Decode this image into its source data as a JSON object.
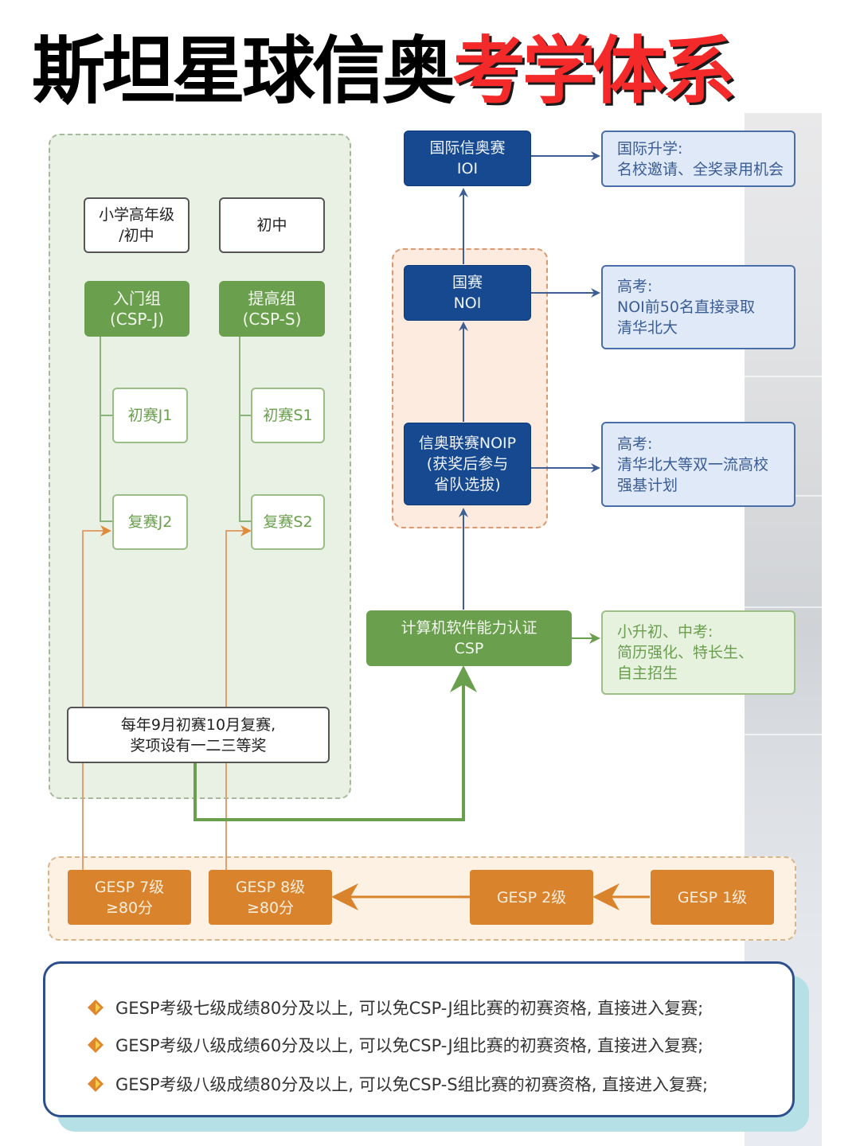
{
  "title": {
    "black_part": "斯坦星球信奥",
    "red_part": "考学体系",
    "colors": {
      "black": "#000000",
      "red": "#f42a2a"
    }
  },
  "left_panel": {
    "levels": [
      {
        "label": "小学高年级\n/初中"
      },
      {
        "label": "初中"
      }
    ],
    "groups": [
      {
        "label": "入门组\n(CSP-J)",
        "rounds": [
          "初赛J1",
          "复赛J2"
        ]
      },
      {
        "label": "提高组\n(CSP-S)",
        "rounds": [
          "初赛S1",
          "复赛S2"
        ]
      }
    ],
    "schedule_note": "每年9月初赛10月复赛,\n奖项设有一二三等奖"
  },
  "pathway": {
    "ioi": {
      "label": "国际信奥赛\nIOI",
      "outcome": "国际升学:\n名校邀请、全奖录用机会"
    },
    "noi": {
      "label": "国赛\nNOI",
      "outcome": "高考:\nNOI前50名直接录取\n清华北大"
    },
    "noip": {
      "label": "信奥联赛NOIP\n(获奖后参与\n省队选拔)",
      "outcome": "高考:\n清华北大等双一流高校\n强基计划"
    },
    "csp": {
      "label": "计算机软件能力认证\nCSP",
      "outcome": "小升初、中考:\n简历强化、特长生、\n自主招生"
    }
  },
  "gesp": {
    "levels": [
      {
        "label": "GESP 7级\n≥80分"
      },
      {
        "label": "GESP 8级\n≥80分"
      },
      {
        "label": "GESP 2级"
      },
      {
        "label": "GESP 1级"
      }
    ]
  },
  "notes": [
    "GESP考级七级成绩80分及以上, 可以免CSP-J组比赛的初赛资格, 直接进入复赛;",
    "GESP考级八级成绩60分及以上, 可以免CSP-J组比赛的初赛资格, 直接进入复赛;",
    "GESP考级八级成绩80分及以上, 可以免CSP-S组比赛的初赛资格, 直接进入复赛;"
  ],
  "colors": {
    "navy": "#16498f",
    "green": "#6a9f4e",
    "orange": "#d9832d",
    "info_blue_bg": "#dfe9f8",
    "info_green_bg": "#e6f1de"
  }
}
